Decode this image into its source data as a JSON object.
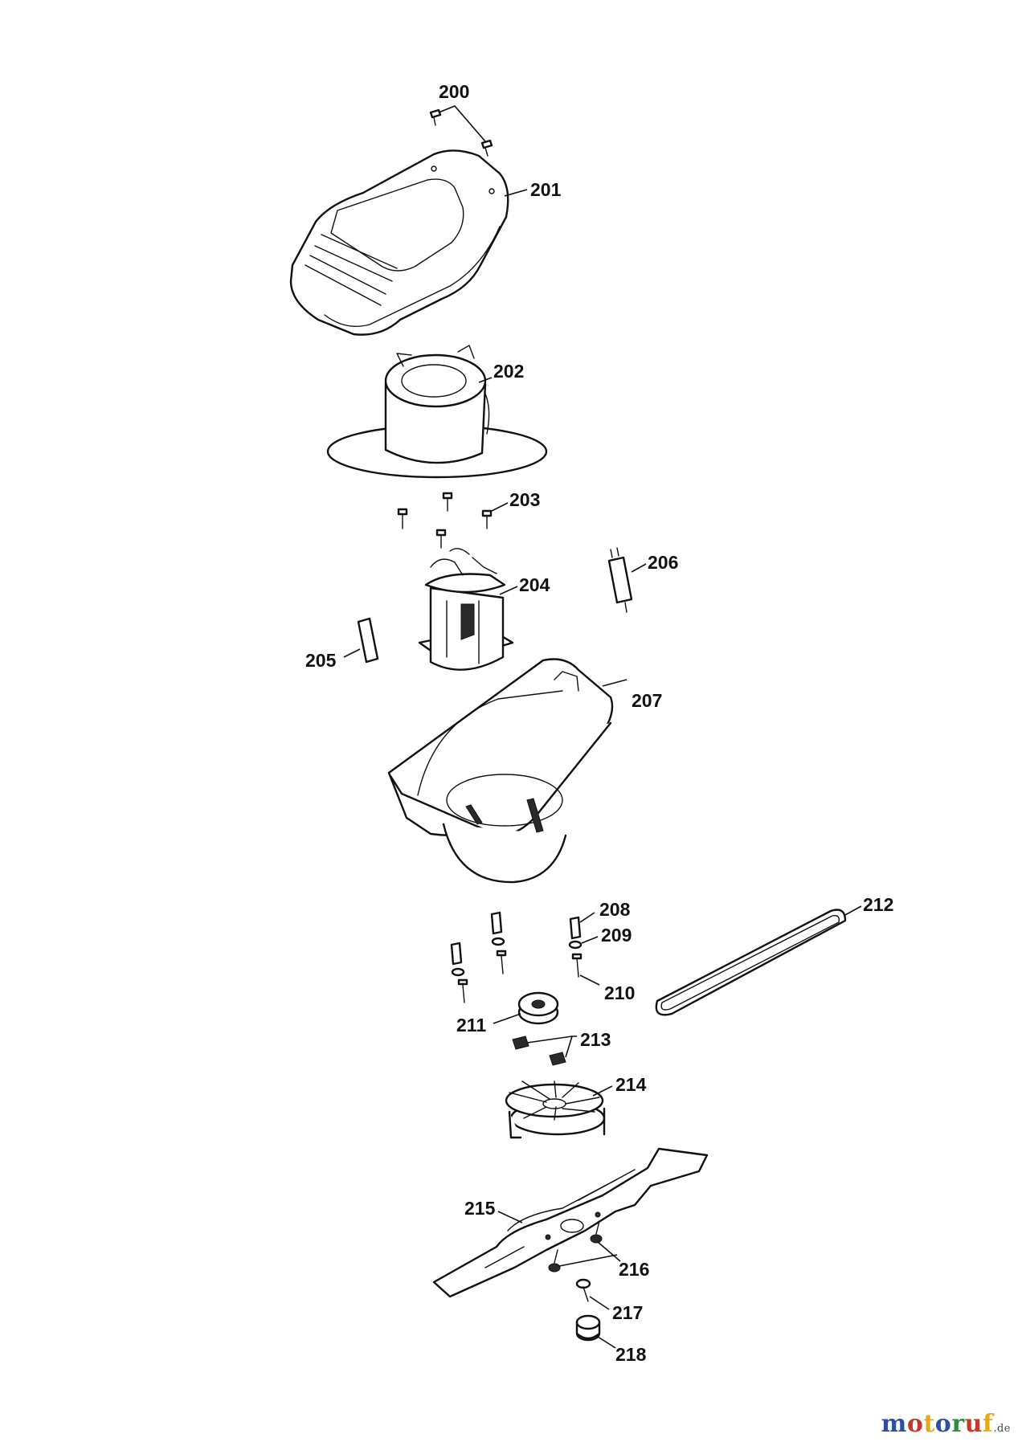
{
  "labels": {
    "p200": "200",
    "p201": "201",
    "p202": "202",
    "p203": "203",
    "p204": "204",
    "p205": "205",
    "p206": "206",
    "p207": "207",
    "p208": "208",
    "p209": "209",
    "p210": "210",
    "p211": "211",
    "p212": "212",
    "p213": "213",
    "p214": "214",
    "p215": "215",
    "p216": "216",
    "p217": "217",
    "p218": "218"
  },
  "watermark": {
    "letters": [
      "m",
      "o",
      "t",
      "o",
      "r",
      "u",
      "f"
    ],
    "colors": [
      "#2d4fa1",
      "#c0392b",
      "#e6a817",
      "#2d4fa1",
      "#2e8b3e",
      "#c0392b",
      "#e6a817"
    ],
    "suffix": ".de"
  }
}
